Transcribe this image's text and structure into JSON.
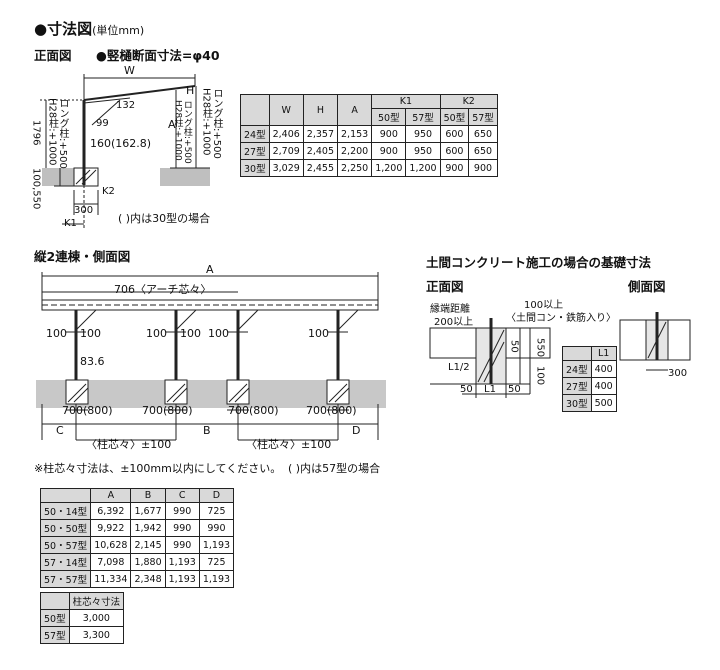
{
  "title": {
    "main": "●寸法図",
    "unit": "(単位mm)"
  },
  "front_view": {
    "label": "正面図",
    "pillar_note": "●竪樋断面寸法=φ40",
    "dim_W": "W",
    "dim_H": "H",
    "dim_A": "A",
    "dim_132": "132",
    "dim_99": "99",
    "dim_160": "160(162.8)",
    "dim_1796": "1796",
    "dim_100_550": "100,550",
    "dim_K2": "K2",
    "dim_K1": "K1",
    "dim_300": "300",
    "left_note": "ロング柱:+500\nH28柱:+1000",
    "mid_note": "ロング柱:+500\nH28柱:+1000",
    "right_note": "ロング柱:+500\nH28柱:+1000",
    "note_30": "(  )内は30型の場合"
  },
  "main_table": {
    "headers": [
      "",
      "W",
      "H",
      "A",
      "K1",
      "",
      "K2",
      ""
    ],
    "subheaders": [
      "50型",
      "57型",
      "50型",
      "57型"
    ],
    "rows": [
      [
        "24型",
        "2,406",
        "2,357",
        "2,153",
        "900",
        "950",
        "600",
        "650"
      ],
      [
        "27型",
        "2,709",
        "2,405",
        "2,200",
        "900",
        "950",
        "600",
        "650"
      ],
      [
        "30型",
        "3,029",
        "2,455",
        "2,250",
        "1,200",
        "1,200",
        "900",
        "900"
      ]
    ]
  },
  "side_view": {
    "label": "縦2連棟・側面図",
    "dim_A": "A",
    "arch": "706〈アーチ芯々〉",
    "d100_1": "100",
    "d100_2": "100",
    "d100_3": "100",
    "d100_4": "100",
    "d100_5": "100",
    "d100_6": "100",
    "d836": "83.6",
    "d700_1": "700(800)",
    "d700_2": "700(800)",
    "d700_3": "700(800)",
    "d700_4": "700(800)",
    "dim_C": "C",
    "dim_B": "B",
    "dim_D": "D",
    "pitch_1": "〈柱芯々〉±100",
    "pitch_2": "〈柱芯々〉±100",
    "note_pitch": "※柱芯々寸法は、±100mm以内にしてください。",
    "note_57": "(  )内は57型の場合"
  },
  "foundation": {
    "title": "土間コンクリート施工の場合の基礎寸法",
    "front": "正面図",
    "side": "側面図",
    "edge": "縁端距離",
    "edge_min": "200以上",
    "min100": "100以上",
    "min100_note": "〈土間コン・鉄筋入り〉",
    "d50": "50",
    "d550": "550",
    "d100": "100",
    "L1_half": "L1/2",
    "d50b": "50",
    "L1": "L1",
    "d50c": "50",
    "d300": "300",
    "table_header": "L1",
    "table_rows": [
      [
        "24型",
        "400"
      ],
      [
        "27型",
        "400"
      ],
      [
        "30型",
        "500"
      ]
    ]
  },
  "abcd_table": {
    "headers": [
      "",
      "A",
      "B",
      "C",
      "D"
    ],
    "rows": [
      [
        "50・14型",
        "6,392",
        "1,677",
        "990",
        "725"
      ],
      [
        "50・50型",
        "9,922",
        "1,942",
        "990",
        "990"
      ],
      [
        "50・57型",
        "10,628",
        "2,145",
        "990",
        "1,193"
      ],
      [
        "57・14型",
        "7,098",
        "1,880",
        "1,193",
        "725"
      ],
      [
        "57・57型",
        "11,334",
        "2,348",
        "1,193",
        "1,193"
      ]
    ]
  },
  "pitch_table": {
    "header": [
      "",
      "柱芯々寸法"
    ],
    "rows": [
      [
        "50型",
        "3,000"
      ],
      [
        "57型",
        "3,300"
      ]
    ]
  }
}
